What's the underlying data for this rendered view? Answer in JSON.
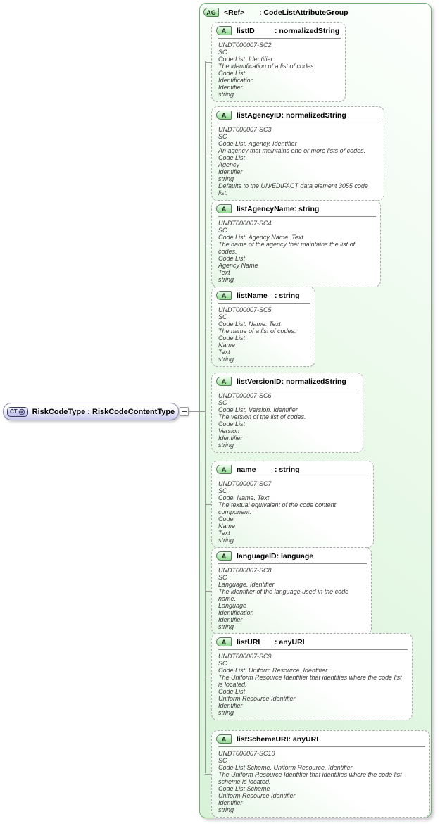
{
  "root": {
    "badge": "CT",
    "label": "RiskCodeType : RiskCodeContentType"
  },
  "group": {
    "badge": "AG",
    "ref_label": "<Ref>",
    "type_label": ": CodeListAttributeGroup",
    "attributes": [
      {
        "badge": "A",
        "name": "listID",
        "type_label": ": normalizedString",
        "details": [
          "UNDT000007-SC2",
          "SC",
          "Code List. Identifier",
          "The identification of a list of codes.",
          "Code List",
          "Identification",
          "Identifier",
          "string"
        ]
      },
      {
        "badge": "A",
        "name": "listAgencyID",
        "type_label": ": normalizedString",
        "details": [
          "UNDT000007-SC3",
          "SC",
          "Code List. Agency. Identifier",
          "An agency that maintains one or more lists of codes.",
          "Code List",
          "Agency",
          "Identifier",
          "string",
          "Defaults to the UN/EDIFACT data element 3055 code list."
        ]
      },
      {
        "badge": "A",
        "name": "listAgencyName",
        "type_label": ": string",
        "details": [
          "UNDT000007-SC4",
          "SC",
          "Code List. Agency Name. Text",
          "The name of the agency that maintains the list of codes.",
          "Code List",
          "Agency Name",
          "Text",
          "string"
        ]
      },
      {
        "badge": "A",
        "name": "listName",
        "type_label": ": string",
        "details": [
          "UNDT000007-SC5",
          "SC",
          "Code List. Name. Text",
          "The name of a list of codes.",
          "Code List",
          "Name",
          "Text",
          "string"
        ]
      },
      {
        "badge": "A",
        "name": "listVersionID",
        "type_label": ": normalizedString",
        "details": [
          "UNDT000007-SC6",
          "SC",
          "Code List. Version. Identifier",
          "The version of the list of codes.",
          "Code List",
          "Version",
          "Identifier",
          "string"
        ]
      },
      {
        "badge": "A",
        "name": "name",
        "type_label": ": string",
        "details": [
          "UNDT000007-SC7",
          "SC",
          "Code. Name. Text",
          "The textual equivalent of the code content component.",
          "Code",
          "Name",
          "Text",
          "string"
        ]
      },
      {
        "badge": "A",
        "name": "languageID",
        "type_label": ": language",
        "details": [
          "UNDT000007-SC8",
          "SC",
          "Language. Identifier",
          "The identifier of the language used in the code name.",
          "Language",
          "Identification",
          "Identifier",
          "string"
        ]
      },
      {
        "badge": "A",
        "name": "listURI",
        "type_label": ": anyURI",
        "details": [
          "UNDT000007-SC9",
          "SC",
          "Code List. Uniform Resource. Identifier",
          "The Uniform Resource Identifier that identifies where the code list is located.",
          "Code List",
          "Uniform Resource Identifier",
          "Identifier",
          "string"
        ]
      },
      {
        "badge": "A",
        "name": "listSchemeURI",
        "type_label": ": anyURI",
        "details": [
          "UNDT000007-SC10",
          "SC",
          "Code List Scheme. Uniform Resource. Identifier",
          "The Uniform Resource Identifier that identifies where the code list scheme is located.",
          "Code List Scheme",
          "Uniform Resource Identifier",
          "Identifier",
          "string"
        ]
      }
    ]
  }
}
